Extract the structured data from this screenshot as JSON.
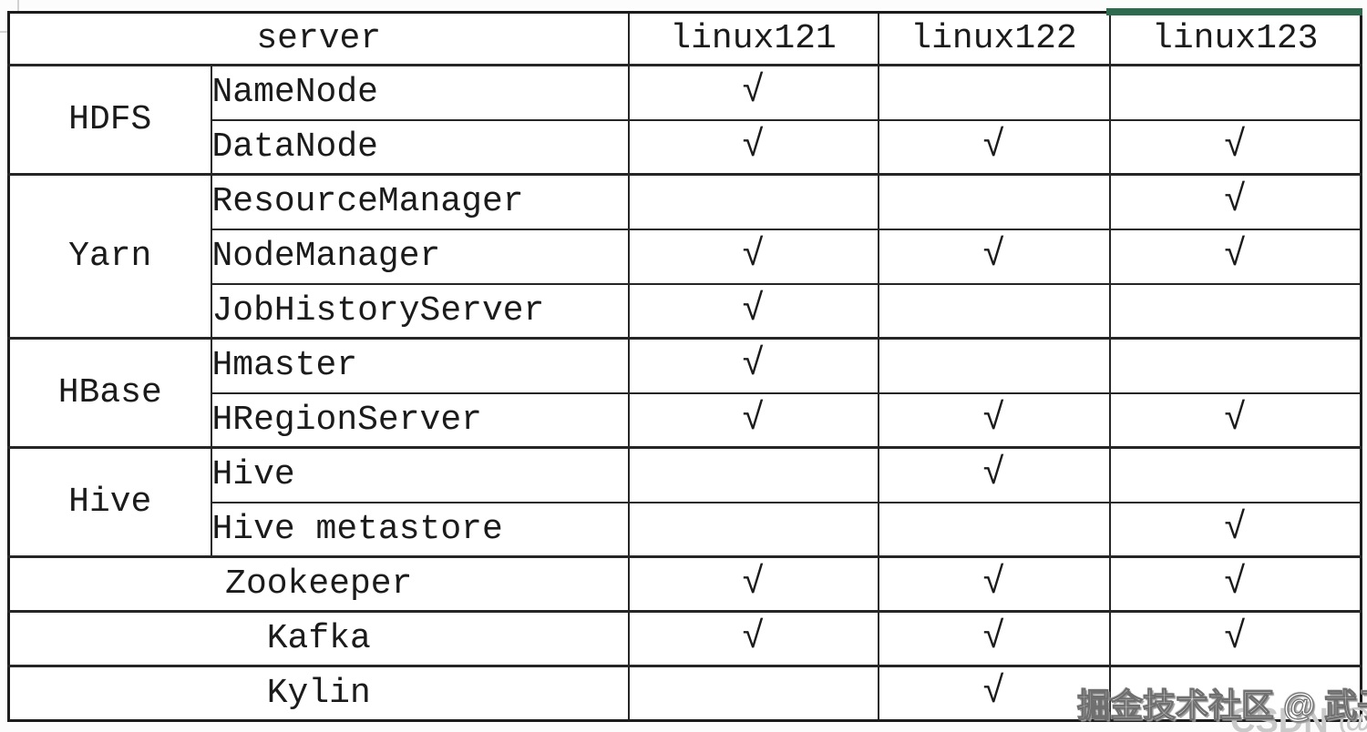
{
  "accent": {
    "selection_green": "#2e6b4e"
  },
  "table": {
    "header": {
      "server_label": "server",
      "hosts": [
        "linux121",
        "linux122",
        "linux123"
      ]
    },
    "check_glyph": "√",
    "rows": [
      {
        "group": "HDFS",
        "service": "NameNode",
        "checks": [
          "√",
          "",
          ""
        ]
      },
      {
        "group": "",
        "service": "DataNode",
        "checks": [
          "√",
          "√",
          "√"
        ]
      },
      {
        "group": "Yarn",
        "service": "ResourceManager",
        "checks": [
          "",
          "",
          "√"
        ]
      },
      {
        "group": "",
        "service": "NodeManager",
        "checks": [
          "√",
          "√",
          "√"
        ]
      },
      {
        "group": "",
        "service": "JobHistoryServer",
        "checks": [
          "√",
          "",
          ""
        ]
      },
      {
        "group": "HBase",
        "service": "Hmaster",
        "checks": [
          "√",
          "",
          ""
        ]
      },
      {
        "group": "",
        "service": "HRegionServer",
        "checks": [
          "√",
          "√",
          "√"
        ]
      },
      {
        "group": "Hive",
        "service": "Hive",
        "checks": [
          "",
          "√",
          ""
        ]
      },
      {
        "group": "",
        "service": "Hive metastore",
        "checks": [
          "",
          "",
          "√"
        ]
      },
      {
        "group": "",
        "service": "Zookeeper",
        "merged": true,
        "checks": [
          "√",
          "√",
          "√"
        ]
      },
      {
        "group": "",
        "service": "Kafka",
        "merged": true,
        "checks": [
          "√",
          "√",
          "√"
        ]
      },
      {
        "group": "",
        "service": "Kylin",
        "merged": true,
        "checks": [
          "",
          "√",
          ""
        ]
      }
    ]
  },
  "watermark": {
    "main": "掘金技术社区 @ 武子康",
    "ghost": "CSDN @武子康"
  }
}
